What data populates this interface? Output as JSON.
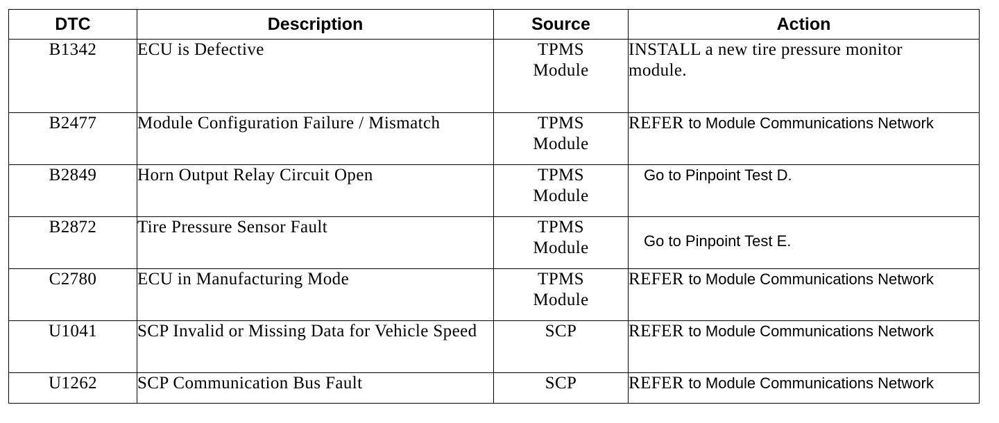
{
  "table": {
    "headers": [
      "DTC",
      "Description",
      "Source",
      "Action"
    ],
    "rows": [
      {
        "dtc": "B1342",
        "description": "ECU is Defective",
        "source_line1": "TPMS",
        "source_line2": "Module",
        "action": "INSTALL a new tire pressure monitor module."
      },
      {
        "dtc": "B2477",
        "description": "Module Configuration Failure / Mismatch",
        "source_line1": "TPMS",
        "source_line2": "Module",
        "action_prefix": "REFER",
        "action": "to Module Communications Network"
      },
      {
        "dtc": "B2849",
        "description": "Horn Output Relay Circuit Open",
        "source_line1": "TPMS",
        "source_line2": "Module",
        "action": "Go to Pinpoint Test D."
      },
      {
        "dtc": "B2872",
        "description": "Tire Pressure Sensor Fault",
        "source_line1": "TPMS",
        "source_line2": "Module",
        "action": "Go to Pinpoint Test E."
      },
      {
        "dtc": "C2780",
        "description": "ECU in Manufacturing Mode",
        "source_line1": "TPMS",
        "source_line2": "Module",
        "action_prefix": "REFER",
        "action": "to Module Communications Network"
      },
      {
        "dtc": "U1041",
        "description": "SCP Invalid or Missing Data for Vehicle Speed",
        "source_line1": "SCP",
        "source_line2": "",
        "action_prefix": "REFER",
        "action": "to Module Communications Network"
      },
      {
        "dtc": "U1262",
        "description": "SCP Communication Bus Fault",
        "source_line1": "SCP",
        "source_line2": "",
        "action_prefix": "REFER",
        "action": "to Module Communications Network"
      }
    ]
  }
}
